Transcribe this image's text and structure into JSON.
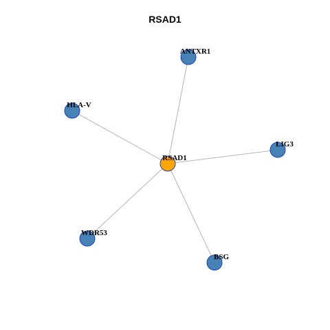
{
  "title": "RSAD1",
  "colors": {
    "hub_fill": "#FFA500",
    "leaf_fill": "#4682B4",
    "node_stroke": "#1F3FC4",
    "edge": "#b3b3b3"
  },
  "nodes": [
    {
      "id": "RSAD1",
      "label": "RSAD1",
      "role": "hub"
    },
    {
      "id": "ANTXR1",
      "label": "ANTXR1",
      "role": "leaf"
    },
    {
      "id": "HLA-V",
      "label": "HLA-V",
      "role": "leaf"
    },
    {
      "id": "LIG3",
      "label": "LIG3",
      "role": "leaf"
    },
    {
      "id": "WDR53",
      "label": "WDR53",
      "role": "leaf"
    },
    {
      "id": "BSG",
      "label": "BSG",
      "role": "leaf"
    }
  ],
  "edges": [
    {
      "source": "RSAD1",
      "target": "ANTXR1"
    },
    {
      "source": "RSAD1",
      "target": "HLA-V"
    },
    {
      "source": "RSAD1",
      "target": "LIG3"
    },
    {
      "source": "RSAD1",
      "target": "WDR53"
    },
    {
      "source": "RSAD1",
      "target": "BSG"
    }
  ]
}
